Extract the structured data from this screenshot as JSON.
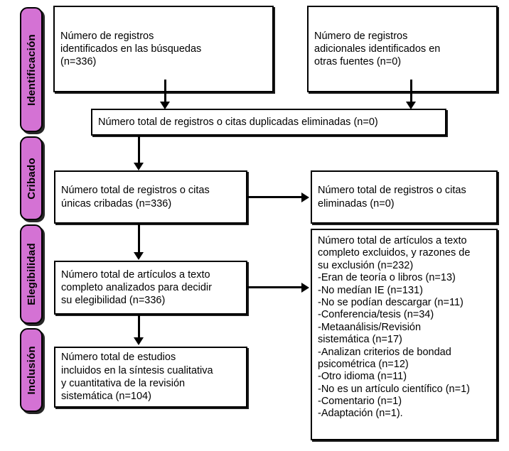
{
  "diagram": {
    "type": "prisma-flow-diagram",
    "language": "es",
    "accent_color": "#d472d4",
    "border_color": "#000000",
    "background_color": "#ffffff"
  },
  "stages": [
    {
      "id": "identificacion",
      "label": "Identificación"
    },
    {
      "id": "cribado",
      "label": "Cribado"
    },
    {
      "id": "elegibilidad",
      "label": "Elegibilidad"
    },
    {
      "id": "inclusion",
      "label": "Inclusión"
    }
  ],
  "boxes": {
    "records_identified": {
      "text": "Número de registros\nidentificados en las búsquedas\n(n=336)",
      "count": 336
    },
    "additional_records": {
      "text": "Número de registros\nadicionales identificados en\notras fuentes (n=0)",
      "count": 0
    },
    "duplicates_removed": {
      "text": "Número total de registros o citas duplicadas eliminadas (n=0)",
      "count": 0
    },
    "records_screened": {
      "text": "Número total de registros o citas\núnicas cribadas (n=336)",
      "count": 336
    },
    "records_excluded": {
      "text": "Número total de registros o citas\neliminadas (n=0)",
      "count": 0
    },
    "fulltext_assessed": {
      "text": "Número total de artículos a texto\ncompleto analizados para decidir\nsu elegibilidad (n=336)",
      "count": 336
    },
    "fulltext_excluded": {
      "text": "Número total de artículos a texto\ncompleto excluidos, y razones de\nsu exclusión (n=232)\n-Eran de teoría o libros (n=13)\n-No medían IE (n=131)\n-No se podían descargar (n=11)\n-Conferencia/tesis (n=34)\n-Metaanálisis/Revisión\nsistemática (n=17)\n-Analizan criterios de bondad\npsicométrica (n=12)\n-Otro idioma (n=11)\n-No es un artículo científico (n=1)\n-Comentario (n=1)\n-Adaptación (n=1).",
      "count": 232,
      "reasons": [
        {
          "label": "Eran de teoría o libros",
          "count": 13
        },
        {
          "label": "No medían IE",
          "count": 131
        },
        {
          "label": "No se podían descargar",
          "count": 11
        },
        {
          "label": "Conferencia/tesis",
          "count": 34
        },
        {
          "label": "Metaanálisis/Revisión sistemática",
          "count": 17
        },
        {
          "label": "Analizan criterios de bondad psicométrica",
          "count": 12
        },
        {
          "label": "Otro idioma",
          "count": 11
        },
        {
          "label": "No es un artículo científico",
          "count": 1
        },
        {
          "label": "Comentario",
          "count": 1
        },
        {
          "label": "Adaptación",
          "count": 1
        }
      ]
    },
    "studies_included": {
      "text": "Número total de estudios\nincluidos en la síntesis cualitativa\ny cuantitativa de la revisión\nsistemática (n=104)",
      "count": 104
    }
  }
}
